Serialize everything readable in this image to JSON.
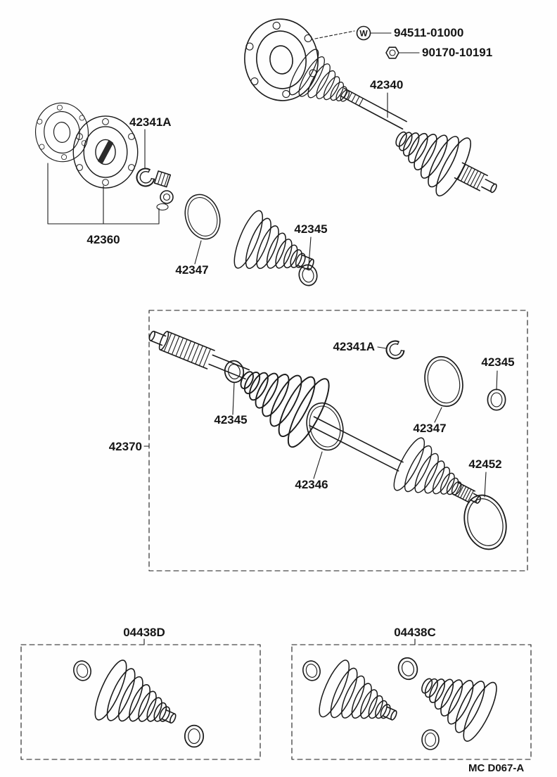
{
  "diagram": {
    "footer": "MC D067-A",
    "callouts": {
      "w_marker": "W",
      "p94511": "94511-01000",
      "p90170": "90170-10191",
      "p42340": "42340",
      "p42341a_top": "42341A",
      "p42360": "42360",
      "p42347_top": "42347",
      "p42345_top": "42345",
      "p42370": "42370",
      "p42341a_mid": "42341A",
      "p42345_mid_left": "42345",
      "p42347_mid": "42347",
      "p42345_mid_right": "42345",
      "p42346": "42346",
      "p42452": "42452",
      "kit_left": "04438D",
      "kit_right": "04438C"
    }
  }
}
